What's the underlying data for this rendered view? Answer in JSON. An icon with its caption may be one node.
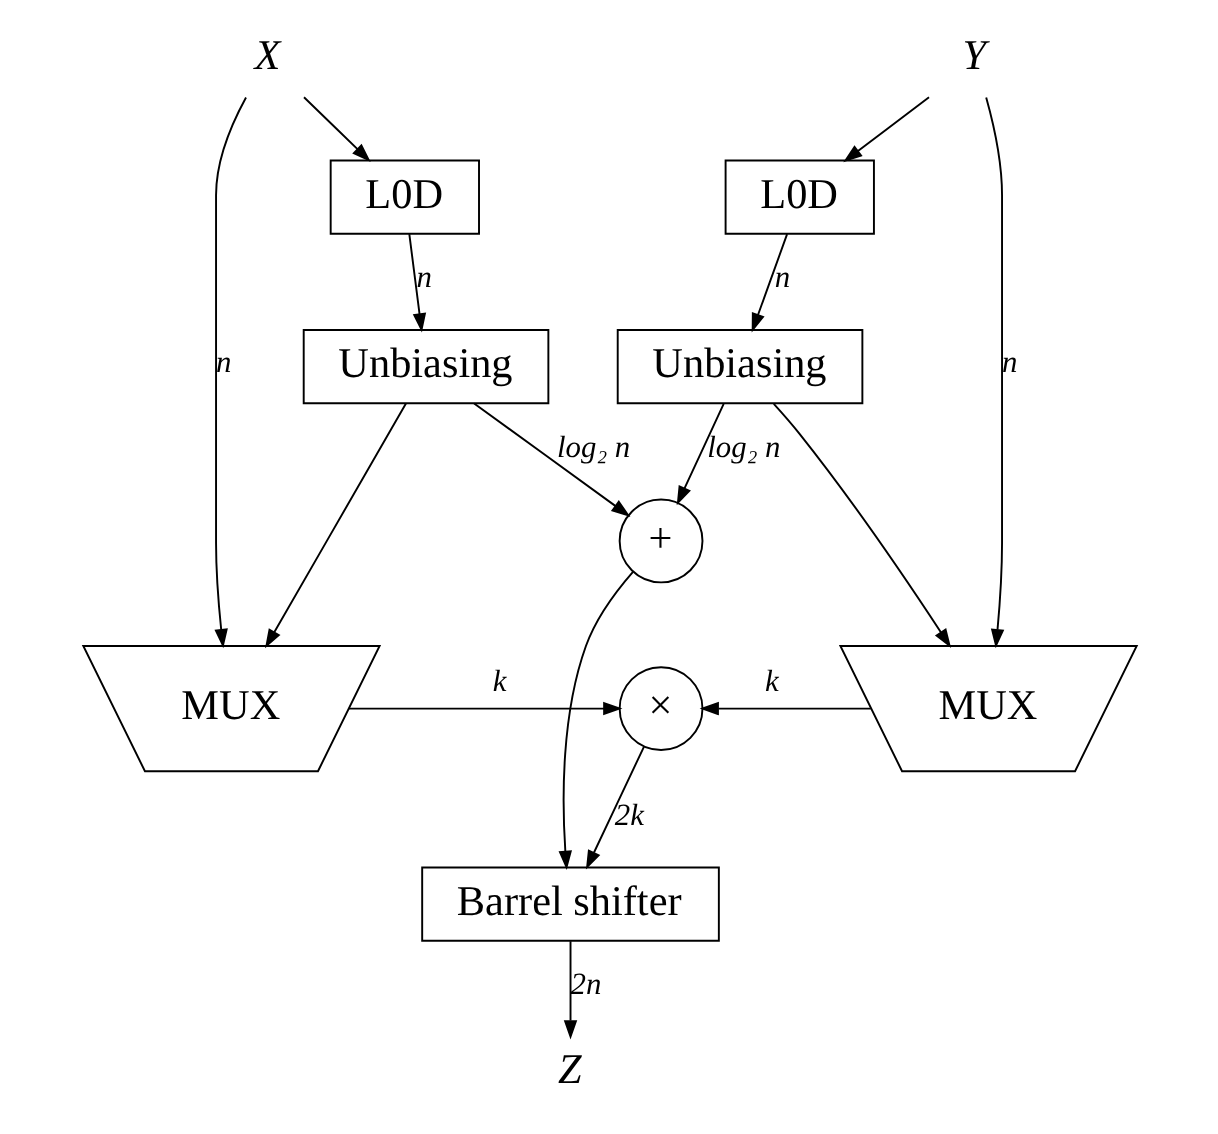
{
  "diagram": {
    "nodes": [
      {
        "text": [
          "X"
        ]
      },
      {
        "text": [
          "Y"
        ]
      },
      {
        "text": [
          "L0D"
        ]
      },
      {
        "text": [
          "L0D"
        ]
      },
      {
        "text": [
          "Unbiasing"
        ]
      },
      {
        "text": [
          "Unbiasing"
        ]
      },
      {
        "text": [
          "+"
        ]
      },
      {
        "text": [
          "MUX"
        ]
      },
      {
        "text": [
          "×"
        ]
      },
      {
        "text": [
          "MUX"
        ]
      },
      {
        "text": [
          "Barrel shifter"
        ]
      },
      {
        "text": [
          "Z"
        ]
      }
    ],
    "edges": [
      {
        "from": 0,
        "to": 2,
        "arrow": "to"
      },
      {
        "from": 0,
        "to": 7,
        "arrow": "to",
        "label": "n"
      },
      {
        "from": 1,
        "to": 3,
        "arrow": "to"
      },
      {
        "from": 1,
        "to": 9,
        "arrow": "to",
        "label": "n"
      },
      {
        "from": 2,
        "to": 4,
        "arrow": "to",
        "label": "n"
      },
      {
        "from": 3,
        "to": 5,
        "arrow": "to",
        "label": "n"
      },
      {
        "from": 4,
        "to": 6,
        "arrow": "to",
        "label": "log₂ n"
      },
      {
        "from": 4,
        "to": 7,
        "arrow": "to"
      },
      {
        "from": 5,
        "to": 6,
        "arrow": "to",
        "label": "log₂ n"
      },
      {
        "from": 5,
        "to": 9,
        "arrow": "to"
      },
      {
        "from": 7,
        "to": 8,
        "arrow": "to",
        "label": "k"
      },
      {
        "from": 9,
        "to": 8,
        "arrow": "to",
        "label": "k"
      },
      {
        "from": 6,
        "to": 10,
        "arrow": "to"
      },
      {
        "from": 8,
        "to": 10,
        "arrow": "to",
        "label": "2k"
      },
      {
        "from": 10,
        "to": 11,
        "arrow": "to",
        "label": "2n"
      }
    ]
  }
}
